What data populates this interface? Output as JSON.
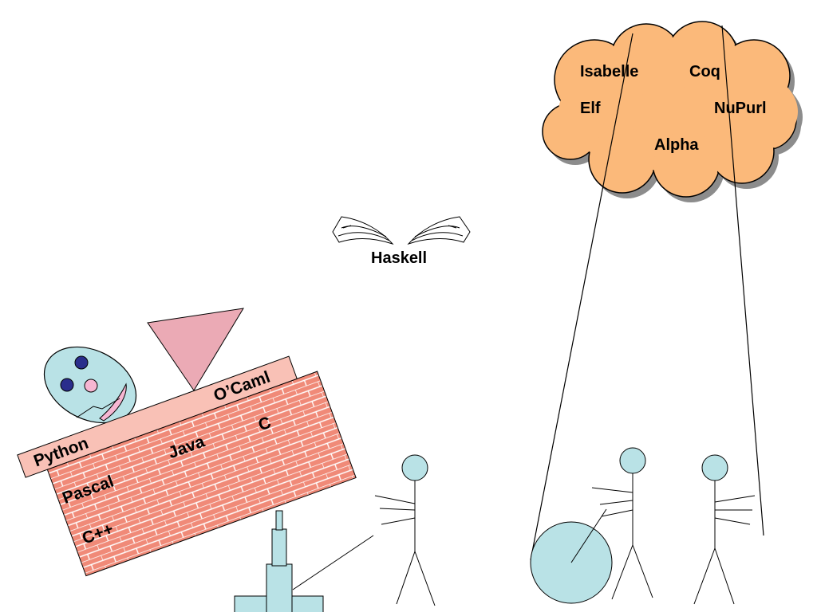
{
  "cloud": {
    "labels": [
      "Isabelle",
      "Coq",
      "Elf",
      "NuPurl",
      "Alpha"
    ],
    "fill": "#FBB97A",
    "shadow": "#8C8C8C"
  },
  "haskell": {
    "label": "Haskell"
  },
  "wall": {
    "top_labels": [
      "Python",
      "O’Caml"
    ],
    "brick_labels": [
      "Pascal",
      "Java",
      "C",
      "C++"
    ],
    "brick_color": "#F08A78",
    "cap_color": "#F9C1B6"
  },
  "shapes": {
    "egg_color": "#B9E2E6",
    "triangle_color": "#EBAAB5",
    "figure_color": "#B9E2E6"
  }
}
